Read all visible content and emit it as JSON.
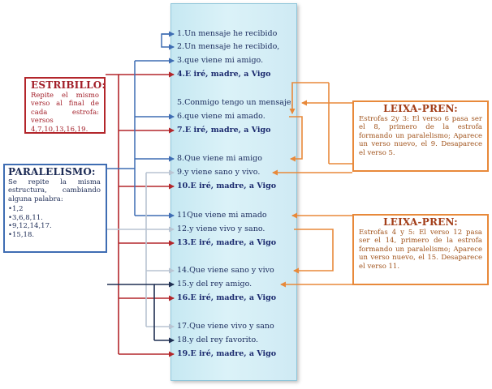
{
  "verses": [
    {
      "text": "1.Un mensaje he recibido",
      "refrain": false
    },
    {
      "text": "2.Un mensaje he recibido,",
      "refrain": false
    },
    {
      "text": "3.que viene mi amigo.",
      "refrain": false
    },
    {
      "text": "4.E iré, madre, a Vigo",
      "refrain": true
    },
    {
      "text": "5.Conmigo tengo un mensaje,",
      "refrain": false
    },
    {
      "text": "6.que viene mi amado.",
      "refrain": false
    },
    {
      "text": "7.E iré, madre, a Vigo",
      "refrain": true
    },
    {
      "text": "8.Que viene mi amigo",
      "refrain": false
    },
    {
      "text": "9.y viene sano y vivo.",
      "refrain": false
    },
    {
      "text": "10.E iré, madre, a Vigo",
      "refrain": true
    },
    {
      "text": "11Que viene mi amado",
      "refrain": false
    },
    {
      "text": "12.y viene vivo y sano.",
      "refrain": false
    },
    {
      "text": "13.E iré, madre, a Vigo",
      "refrain": true
    },
    {
      "text": "14.Que viene sano y vivo",
      "refrain": false
    },
    {
      "text": "15.y del rey amigo.",
      "refrain": false
    },
    {
      "text": "16.E iré, madre, a Vigo",
      "refrain": true
    },
    {
      "text": "17.Que viene vivo y sano",
      "refrain": false
    },
    {
      "text": "18.y del rey favorito.",
      "refrain": false
    },
    {
      "text": "19.E iré, madre, a Vigo",
      "refrain": true
    }
  ],
  "estribillo": {
    "title": "ESTRIBILLO:",
    "body": "Repite el mismo verso al final de cada estrofa: versos 4,7,10,13,16,19."
  },
  "paralelismo": {
    "title": "PARALELISMO:",
    "body": "Se repite la misma estructura, cambiando alguna palabra:",
    "items": [
      "•1,2",
      "•3,6,8,11.",
      "•9,12,14,17.",
      "•15,18."
    ]
  },
  "leixa_pren_1": {
    "title": "LEIXA-PREN:",
    "body": "Estrofas 2y 3: El verso 6 pasa ser el 8, primero de la estrofa formando un paralelismo; Aparece un verso nuevo, el 9. Desaparece el verso 5."
  },
  "leixa_pren_2": {
    "title": "LEIXA-PREN:",
    "body": "Estrofas 4 y 5: El verso 12 pasa ser el 14, primero de la estrofa formando un paralelismo; Aparece un verso nuevo, el 15. Desaparece el verso 11."
  },
  "colors": {
    "estribillo": "#b3262b",
    "paralelismo": "#3f6db3",
    "leixa_pren": "#e8893a",
    "parallel_light": "#b9c4d2",
    "parallel_dark": "#1f2f52",
    "panel": "#d2ecf5"
  }
}
